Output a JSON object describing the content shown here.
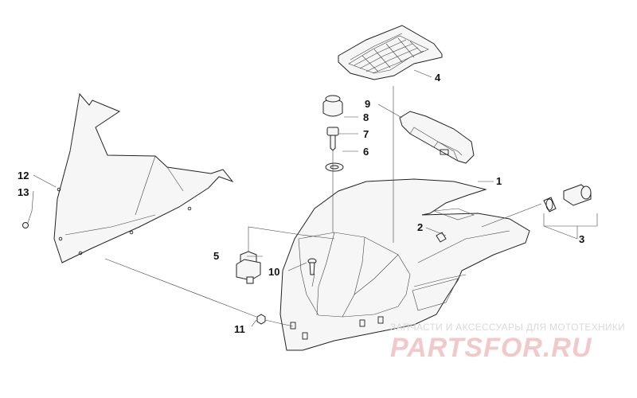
{
  "diagram": {
    "callouts": [
      {
        "id": "c1",
        "label": "1"
      },
      {
        "id": "c2",
        "label": "2"
      },
      {
        "id": "c3",
        "label": "3"
      },
      {
        "id": "c4",
        "label": "4"
      },
      {
        "id": "c5",
        "label": "5"
      },
      {
        "id": "c6",
        "label": "6"
      },
      {
        "id": "c7",
        "label": "7"
      },
      {
        "id": "c8",
        "label": "8"
      },
      {
        "id": "c9",
        "label": "9"
      },
      {
        "id": "c10",
        "label": "10"
      },
      {
        "id": "c11",
        "label": "11"
      },
      {
        "id": "c12",
        "label": "12"
      },
      {
        "id": "c13",
        "label": "13"
      }
    ]
  },
  "watermark": {
    "tagline": "ЗАПЧАСТИ И АКСЕССУАРЫ ДЛЯ МОТОТЕХНИКИ",
    "brand": "PARTSFOR.RU"
  },
  "colors": {
    "line": "#222222",
    "watermark_brand": "#f2c9c9",
    "watermark_tagline": "#d9d9d9"
  }
}
